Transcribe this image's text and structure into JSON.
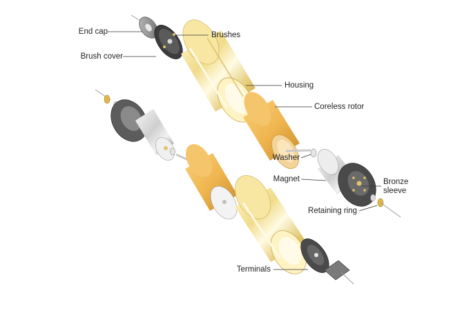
{
  "labels": {
    "end_cap": "End cap",
    "brushes": "Brushes",
    "brush_cover": "Brush cover",
    "housing": "Housing",
    "coreless_rotor": "Coreless rotor",
    "washer": "Washer",
    "magnet": "Magnet",
    "bronze_sleeve_line1": "Bronze",
    "bronze_sleeve_line2": "sleeve",
    "retaining_ring": "Retaining ring",
    "terminals": "Terminals"
  },
  "colors": {
    "gold_light": "#fff4c6",
    "gold": "#ecd27a",
    "gold_dark": "#b99a3a",
    "silver_light": "#f4f4f4",
    "silver": "#bfbfbf",
    "silver_dark": "#7a7a7a",
    "dark_plate": "#4a4a4a",
    "orange": "#f0b650",
    "orange_dark": "#c98c2a",
    "leader": "#333333"
  }
}
